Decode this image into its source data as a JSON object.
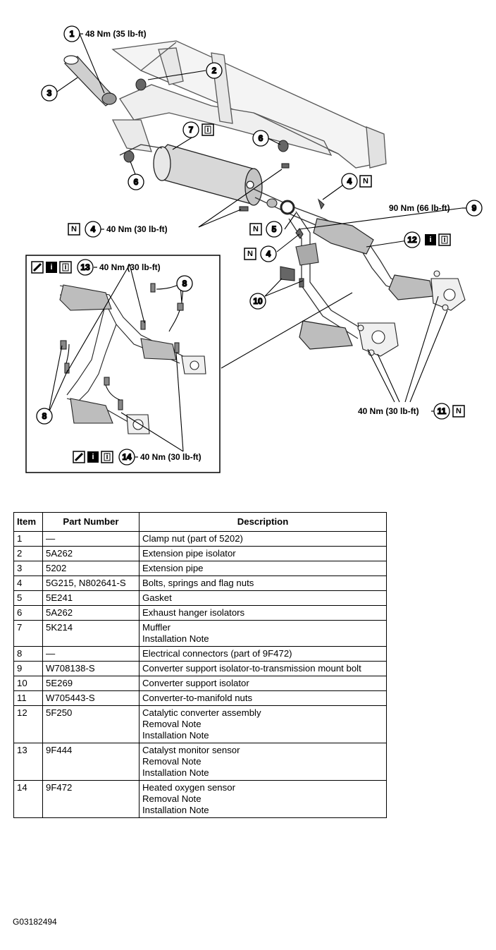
{
  "callouts": {
    "c1": "1",
    "c2": "2",
    "c3": "3",
    "c4a": "4",
    "c4b": "4",
    "c4c": "4",
    "c5": "5",
    "c6a": "6",
    "c6b": "6",
    "c7": "7",
    "c8a": "8",
    "c8b": "8",
    "c9": "9",
    "c10": "10",
    "c11": "11",
    "c12": "12",
    "c13": "13",
    "c14": "14"
  },
  "torques": {
    "t1": "48 Nm (35 lb-ft)",
    "t4": "40 Nm (30 lb-ft)",
    "t9": "90 Nm (66 lb-ft)",
    "t11": "40 Nm (30 lb-ft)",
    "t13": "40 Nm (30 lb-ft)",
    "t14": "40 Nm (30 lb-ft)"
  },
  "icons": {
    "note_new": "N",
    "info": "i",
    "note_names": [
      "N-note-icon",
      "info-icon",
      "removal-info-icon",
      "wrench-icon"
    ]
  },
  "table": {
    "headers": [
      "Item",
      "Part Number",
      "Description"
    ],
    "rows": [
      {
        "item": "1",
        "part": "—",
        "desc": [
          "Clamp nut (part of 5202)"
        ]
      },
      {
        "item": "2",
        "part": "5A262",
        "desc": [
          "Extension pipe isolator"
        ]
      },
      {
        "item": "3",
        "part": "5202",
        "desc": [
          "Extension pipe"
        ]
      },
      {
        "item": "4",
        "part": "5G215, N802641-S",
        "desc": [
          "Bolts, springs and flag nuts"
        ]
      },
      {
        "item": "5",
        "part": "5E241",
        "desc": [
          "Gasket"
        ]
      },
      {
        "item": "6",
        "part": "5A262",
        "desc": [
          "Exhaust hanger isolators"
        ]
      },
      {
        "item": "7",
        "part": "5K214",
        "desc": [
          "Muffler",
          "Installation Note"
        ]
      },
      {
        "item": "8",
        "part": "—",
        "desc": [
          "Electrical connectors (part of 9F472)"
        ]
      },
      {
        "item": "9",
        "part": "W708138-S",
        "desc": [
          "Converter support isolator-to-transmission mount bolt"
        ]
      },
      {
        "item": "10",
        "part": "5E269",
        "desc": [
          "Converter support isolator"
        ]
      },
      {
        "item": "11",
        "part": "W705443-S",
        "desc": [
          "Converter-to-manifold nuts"
        ]
      },
      {
        "item": "12",
        "part": "5F250",
        "desc": [
          "Catalytic converter assembly",
          "Removal Note",
          "Installation Note"
        ]
      },
      {
        "item": "13",
        "part": "9F444",
        "desc": [
          "Catalyst monitor sensor",
          "Removal Note",
          "Installation Note"
        ]
      },
      {
        "item": "14",
        "part": "9F472",
        "desc": [
          "Heated oxygen sensor",
          "Removal Note",
          "Installation Note"
        ]
      }
    ]
  },
  "figure_code": "G03182494"
}
